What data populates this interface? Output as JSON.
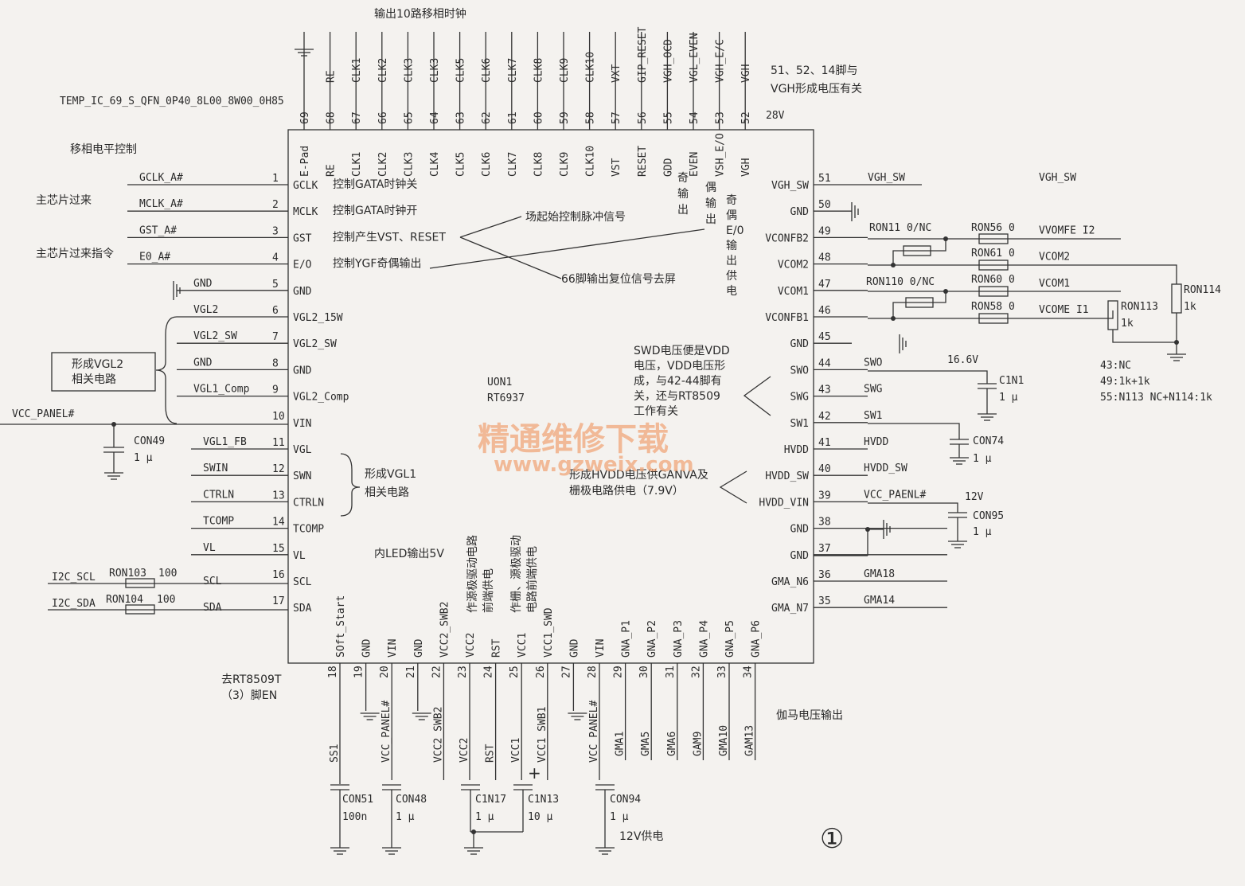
{
  "title": "输出10路移相时钟",
  "part_code": "TEMP_IC_69_S_QFN_0P40_8L00_8W00_0H85",
  "chip": {
    "ref": "UON1",
    "model": "RT6937"
  },
  "top_pins": [
    {
      "num": "69",
      "inner": "E-Pad",
      "outer": ""
    },
    {
      "num": "68",
      "inner": "RE",
      "outer": "RE"
    },
    {
      "num": "67",
      "inner": "CLK1",
      "outer": "CLK1"
    },
    {
      "num": "66",
      "inner": "CLK2",
      "outer": "CLK2"
    },
    {
      "num": "65",
      "inner": "CLK3",
      "outer": "CLK3"
    },
    {
      "num": "64",
      "inner": "CLK4",
      "outer": "CLK3"
    },
    {
      "num": "63",
      "inner": "CLK5",
      "outer": "CLK5"
    },
    {
      "num": "62",
      "inner": "CLK6",
      "outer": "CLK6"
    },
    {
      "num": "61",
      "inner": "CLK7",
      "outer": "CLK7"
    },
    {
      "num": "60",
      "inner": "CLK8",
      "outer": "CLK8"
    },
    {
      "num": "59",
      "inner": "CLK9",
      "outer": "CLK9"
    },
    {
      "num": "58",
      "inner": "CLK10",
      "outer": "CLK10"
    },
    {
      "num": "57",
      "inner": "VST",
      "outer": "VXT"
    },
    {
      "num": "56",
      "inner": "RESET",
      "outer": "GIP_RESET"
    },
    {
      "num": "55",
      "inner": "GDD",
      "outer": "VGH_OCD"
    },
    {
      "num": "54",
      "inner": "EVEN",
      "outer": "VGL_EVEN"
    },
    {
      "num": "53",
      "inner": "VSH_E/O",
      "outer": "VGH_E/C"
    },
    {
      "num": "52",
      "inner": "VGH",
      "outer": "VGH"
    }
  ],
  "top_note_28v": "28V",
  "top_right_note": [
    "51、52、14脚与",
    "VGH形成电压有关"
  ],
  "left_pins": [
    {
      "num": "1",
      "inner": "GCLK",
      "net": "GCLK_A#",
      "note": "控制GATA时钟关"
    },
    {
      "num": "2",
      "inner": "MCLK",
      "net": "MCLK_A#",
      "note": "控制GATA时钟开"
    },
    {
      "num": "3",
      "inner": "GST",
      "net": "GST_A#",
      "note": "控制产生VST、RESET"
    },
    {
      "num": "4",
      "inner": "E/O",
      "net": "E0_A#",
      "note": "控制YGF奇偶输出"
    },
    {
      "num": "5",
      "inner": "GND",
      "net": "GND",
      "note": ""
    },
    {
      "num": "6",
      "inner": "VGL2_15W",
      "net": "VGL2",
      "note": ""
    },
    {
      "num": "7",
      "inner": "VGL2_SW",
      "net": "VGL2_SW",
      "note": ""
    },
    {
      "num": "8",
      "inner": "GND",
      "net": "GND",
      "note": ""
    },
    {
      "num": "9",
      "inner": "VGL2_Comp",
      "net": "VGL1_Comp",
      "note": ""
    },
    {
      "num": "10",
      "inner": "VIN",
      "net": "",
      "note": ""
    },
    {
      "num": "11",
      "inner": "VGL",
      "net": "VGL1_FB",
      "note": ""
    },
    {
      "num": "12",
      "inner": "SWN",
      "net": "SWIN",
      "note": ""
    },
    {
      "num": "13",
      "inner": "CTRLN",
      "net": "CTRLN",
      "note": ""
    },
    {
      "num": "14",
      "inner": "TCOMP",
      "net": "TCOMP",
      "note": ""
    },
    {
      "num": "15",
      "inner": "VL",
      "net": "VL",
      "note": "内LED输出5V"
    },
    {
      "num": "16",
      "inner": "SCL",
      "net": "SCL",
      "note": ""
    },
    {
      "num": "17",
      "inner": "SDA",
      "net": "SDA",
      "note": ""
    }
  ],
  "left_notes": {
    "shift_level": "移相电平控制",
    "main_chip": "主芯片过来",
    "main_chip_cmd": "主芯片过来指令",
    "vgl2_box": [
      "形成VGL2",
      "相关电路"
    ],
    "vgl1_group": [
      "形成VGL1",
      "相关电路"
    ],
    "vcc_panel": "VCC_PANEL#",
    "con49": "CON49",
    "con49_val": "1 μ",
    "i2c_scl": "I2C_SCL",
    "i2c_sda": "I2C_SDA",
    "ron103": "RON103",
    "ron103_val": "100",
    "ron104": "RON104",
    "ron104_val": "100"
  },
  "right_pins": [
    {
      "num": "51",
      "inner": "VGH_SW",
      "net": "VGH_SW"
    },
    {
      "num": "50",
      "inner": "GND",
      "net": ""
    },
    {
      "num": "49",
      "inner": "VCONFB2",
      "net": "VVOMFE I2"
    },
    {
      "num": "48",
      "inner": "VCOM2",
      "net": "VCOM2"
    },
    {
      "num": "47",
      "inner": "VCOM1",
      "net": "VCOM1"
    },
    {
      "num": "46",
      "inner": "VCONFB1",
      "net": "VCOME I1"
    },
    {
      "num": "45",
      "inner": "GND",
      "net": ""
    },
    {
      "num": "44",
      "inner": "SWO",
      "net": "SWO"
    },
    {
      "num": "43",
      "inner": "SWG",
      "net": "SWG"
    },
    {
      "num": "42",
      "inner": "SW1",
      "net": "SW1"
    },
    {
      "num": "41",
      "inner": "HVDD",
      "net": "HVDD"
    },
    {
      "num": "40",
      "inner": "HVDD_SW",
      "net": "HVDD_SW"
    },
    {
      "num": "39",
      "inner": "HVDD_VIN",
      "net": "VCC_PAENL#"
    },
    {
      "num": "38",
      "inner": "GND",
      "net": ""
    },
    {
      "num": "37",
      "inner": "GND",
      "net": ""
    },
    {
      "num": "36",
      "inner": "GMA_N6",
      "net": "GMA18"
    },
    {
      "num": "35",
      "inner": "GMA_N7",
      "net": "GMA14"
    }
  ],
  "right_parts": {
    "ron11": "RON11 0/NC",
    "ron56": "RON56 0",
    "ron61": "RON61 0",
    "ron110": "RON110 0/NC",
    "ron60": "RON60 0",
    "ron58": "RON58 0",
    "ron114": "RON114",
    "ron114_val": "1k",
    "ron113": "RON113",
    "ron113_val": "1k",
    "note1": "43:NC",
    "note2": "49:1k+1k",
    "note3": "55:N113 NC+N114:1k",
    "v166": "16.6V",
    "c1n1": "C1N1",
    "c1n1_val": "1 μ",
    "con74": "CON74",
    "con74_val": "1 μ",
    "v12": "12V",
    "con95": "CON95",
    "con95_val": "1 μ"
  },
  "mid_notes": {
    "field_start": "场起始控制脉冲信号",
    "reset66": "66脚输出复位信号去屏",
    "odd_out": [
      "奇",
      "输",
      "出"
    ],
    "even_out": [
      "偶",
      "输",
      "出"
    ],
    "eo_supply": [
      "奇",
      "偶",
      "E/0",
      "输",
      "出",
      "供",
      "电"
    ],
    "swd": [
      "SWD电压便是VDD",
      "电压，VDD电压形",
      "成，与42-44脚有",
      "关，还与RT8509",
      "工作有关"
    ],
    "hvdd": [
      "形成HVDD电压供GANVA及",
      "栅极电路供电（7.9V）"
    ],
    "src_drive": [
      "作源极驱动电路",
      "前端供电"
    ],
    "gate_src": [
      "作栅、源极驱动",
      "电路前端供电"
    ]
  },
  "bottom_pins": [
    {
      "num": "18",
      "inner": "SOft_Start",
      "outer": "SS1"
    },
    {
      "num": "19",
      "inner": "GND",
      "outer": ""
    },
    {
      "num": "20",
      "inner": "VIN",
      "outer": "VCC_PANEL#"
    },
    {
      "num": "21",
      "inner": "GND",
      "outer": ""
    },
    {
      "num": "22",
      "inner": "VCC2_SWB2",
      "outer": "VCC2_SWB2"
    },
    {
      "num": "23",
      "inner": "VCC2",
      "outer": "VCC2"
    },
    {
      "num": "24",
      "inner": "RST",
      "outer": "RST"
    },
    {
      "num": "25",
      "inner": "VCC1",
      "outer": "VCC1"
    },
    {
      "num": "26",
      "inner": "VCC1_SWD",
      "outer": "VCC1_SWB1"
    },
    {
      "num": "27",
      "inner": "GND",
      "outer": ""
    },
    {
      "num": "28",
      "inner": "VIN",
      "outer": "VCC_PANEL#"
    },
    {
      "num": "29",
      "inner": "GNA_P1",
      "outer": "GMA1"
    },
    {
      "num": "30",
      "inner": "GNA_P2",
      "outer": "GMA5"
    },
    {
      "num": "31",
      "inner": "GNA_P3",
      "outer": "GMA6"
    },
    {
      "num": "32",
      "inner": "GNA_P4",
      "outer": "GAM9"
    },
    {
      "num": "33",
      "inner": "GNA_P5",
      "outer": "GMA10"
    },
    {
      "num": "34",
      "inner": "GNA_P6",
      "outer": "GAM13"
    }
  ],
  "bottom_parts": {
    "rt8509": [
      "去RT8509T",
      "（3）脚EN"
    ],
    "gamma_out": "伽马电压输出",
    "con51": "CON51",
    "con51_val": "100n",
    "con48": "CON48",
    "con48_val": "1 μ",
    "c1n17": "C1N17",
    "c1n17_val": "1 μ",
    "c1n13": "C1N13",
    "c1n13_val": "10 μ",
    "con94": "CON94",
    "con94_val": "1 μ",
    "supply12": "12V供电",
    "plus": "+"
  },
  "watermark": {
    "cn": "精通维修下载",
    "url": "www.gzweix.com"
  },
  "figure_num": "①"
}
